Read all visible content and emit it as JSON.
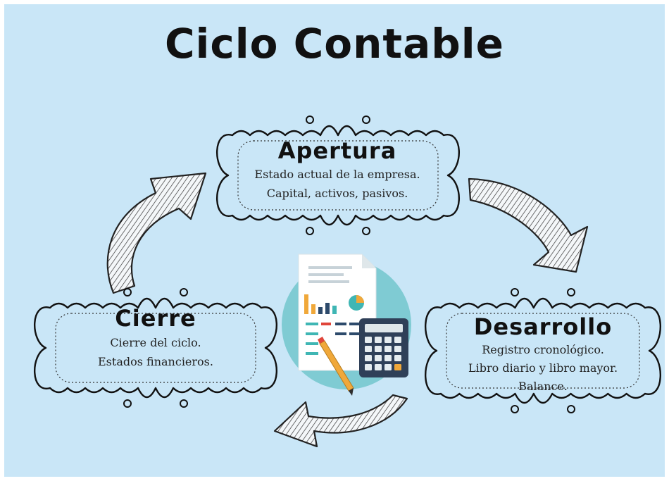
{
  "title": "Ciclo Contable",
  "stages": {
    "apertura": {
      "heading": "Apertura",
      "lines": [
        "Estado actual de la empresa.",
        "Capital, activos, pasivos."
      ]
    },
    "desarrollo": {
      "heading": "Desarrollo",
      "lines": [
        "Registro cronológico.",
        "Libro diario y libro mayor.",
        "Balance."
      ]
    },
    "cierre": {
      "heading": "Cierre",
      "lines": [
        "Cierre del ciclo.",
        "Estados financieros."
      ]
    }
  },
  "colors": {
    "background": "#c9e6f7",
    "frame_fill": "#c9e6f7",
    "ink": "#111111",
    "teal_circle": "#7fcbd3",
    "bar_orange": "#f0a83a",
    "bar_navy": "#2d4a6b",
    "bar_teal": "#3fb6b4",
    "calculator": "#2f4058"
  },
  "icons": [
    "document-icon",
    "calculator-icon",
    "pencil-icon",
    "cycle-arrow-icon"
  ]
}
